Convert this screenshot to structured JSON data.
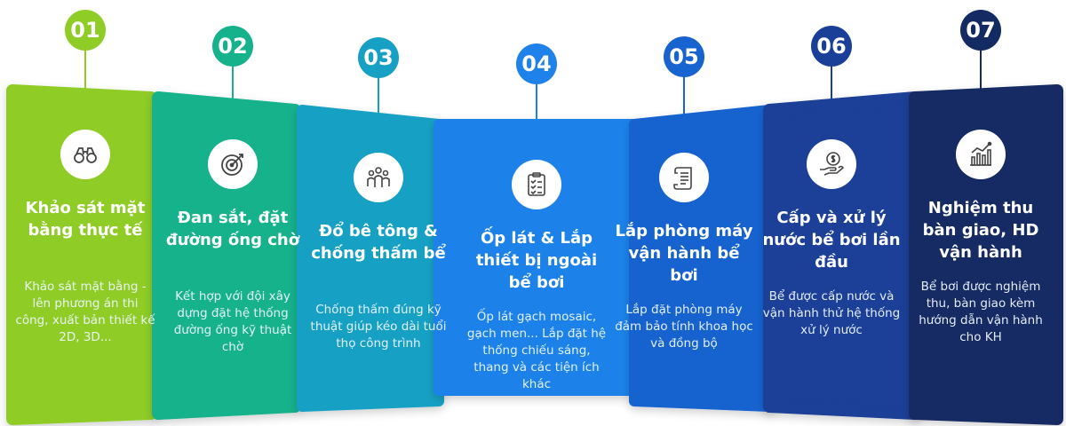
{
  "steps": [
    {
      "number": "01",
      "title": "Khảo sát mặt bằng thực tế",
      "description": "Khảo sát mặt bằng - lên phương án thi công, xuất bản thiết kế 2D, 3D...",
      "color": "#8fcc25",
      "icon": "binoculars-icon"
    },
    {
      "number": "02",
      "title": "Đan sắt, đặt đường ống chờ",
      "description": "Kết hợp với đội xây dựng đặt hệ thống đường ống kỹ thuật chờ",
      "color": "#16b28c",
      "icon": "target-icon"
    },
    {
      "number": "03",
      "title": "Đổ bê tông & chống thấm bể",
      "description": "Chống thấm đúng kỹ thuật giúp kéo dài tuổi thọ công trình",
      "color": "#16a1c4",
      "icon": "team-icon"
    },
    {
      "number": "04",
      "title": "Ốp lát & Lắp thiết bị ngoài bể bơi",
      "description": "Ốp lát gạch mosaic, gạch men... Lắp đặt hệ thống chiếu sáng, thang và các tiện ích khác",
      "color": "#1f82ea",
      "icon": "checklist-icon"
    },
    {
      "number": "05",
      "title": "Lắp phòng máy vận hành bể bơi",
      "description": "Lắp đặt phòng máy đảm bảo tính khoa học và đồng bộ",
      "color": "#1763d0",
      "icon": "document-scroll-icon"
    },
    {
      "number": "06",
      "title": "Cấp và xử lý nước bể bơi lần đầu",
      "description": "Bể được cấp nước và vận hành thử hệ thống xử lý nước",
      "color": "#1a3f98",
      "icon": "money-hand-icon"
    },
    {
      "number": "07",
      "title": "Nghiệm thu bàn giao, HD vận hành",
      "description": "Bể bơi được nghiệm thu, bàn giao kèm hướng dẫn vận hành cho KH",
      "color": "#142a63",
      "icon": "chart-icon"
    }
  ]
}
